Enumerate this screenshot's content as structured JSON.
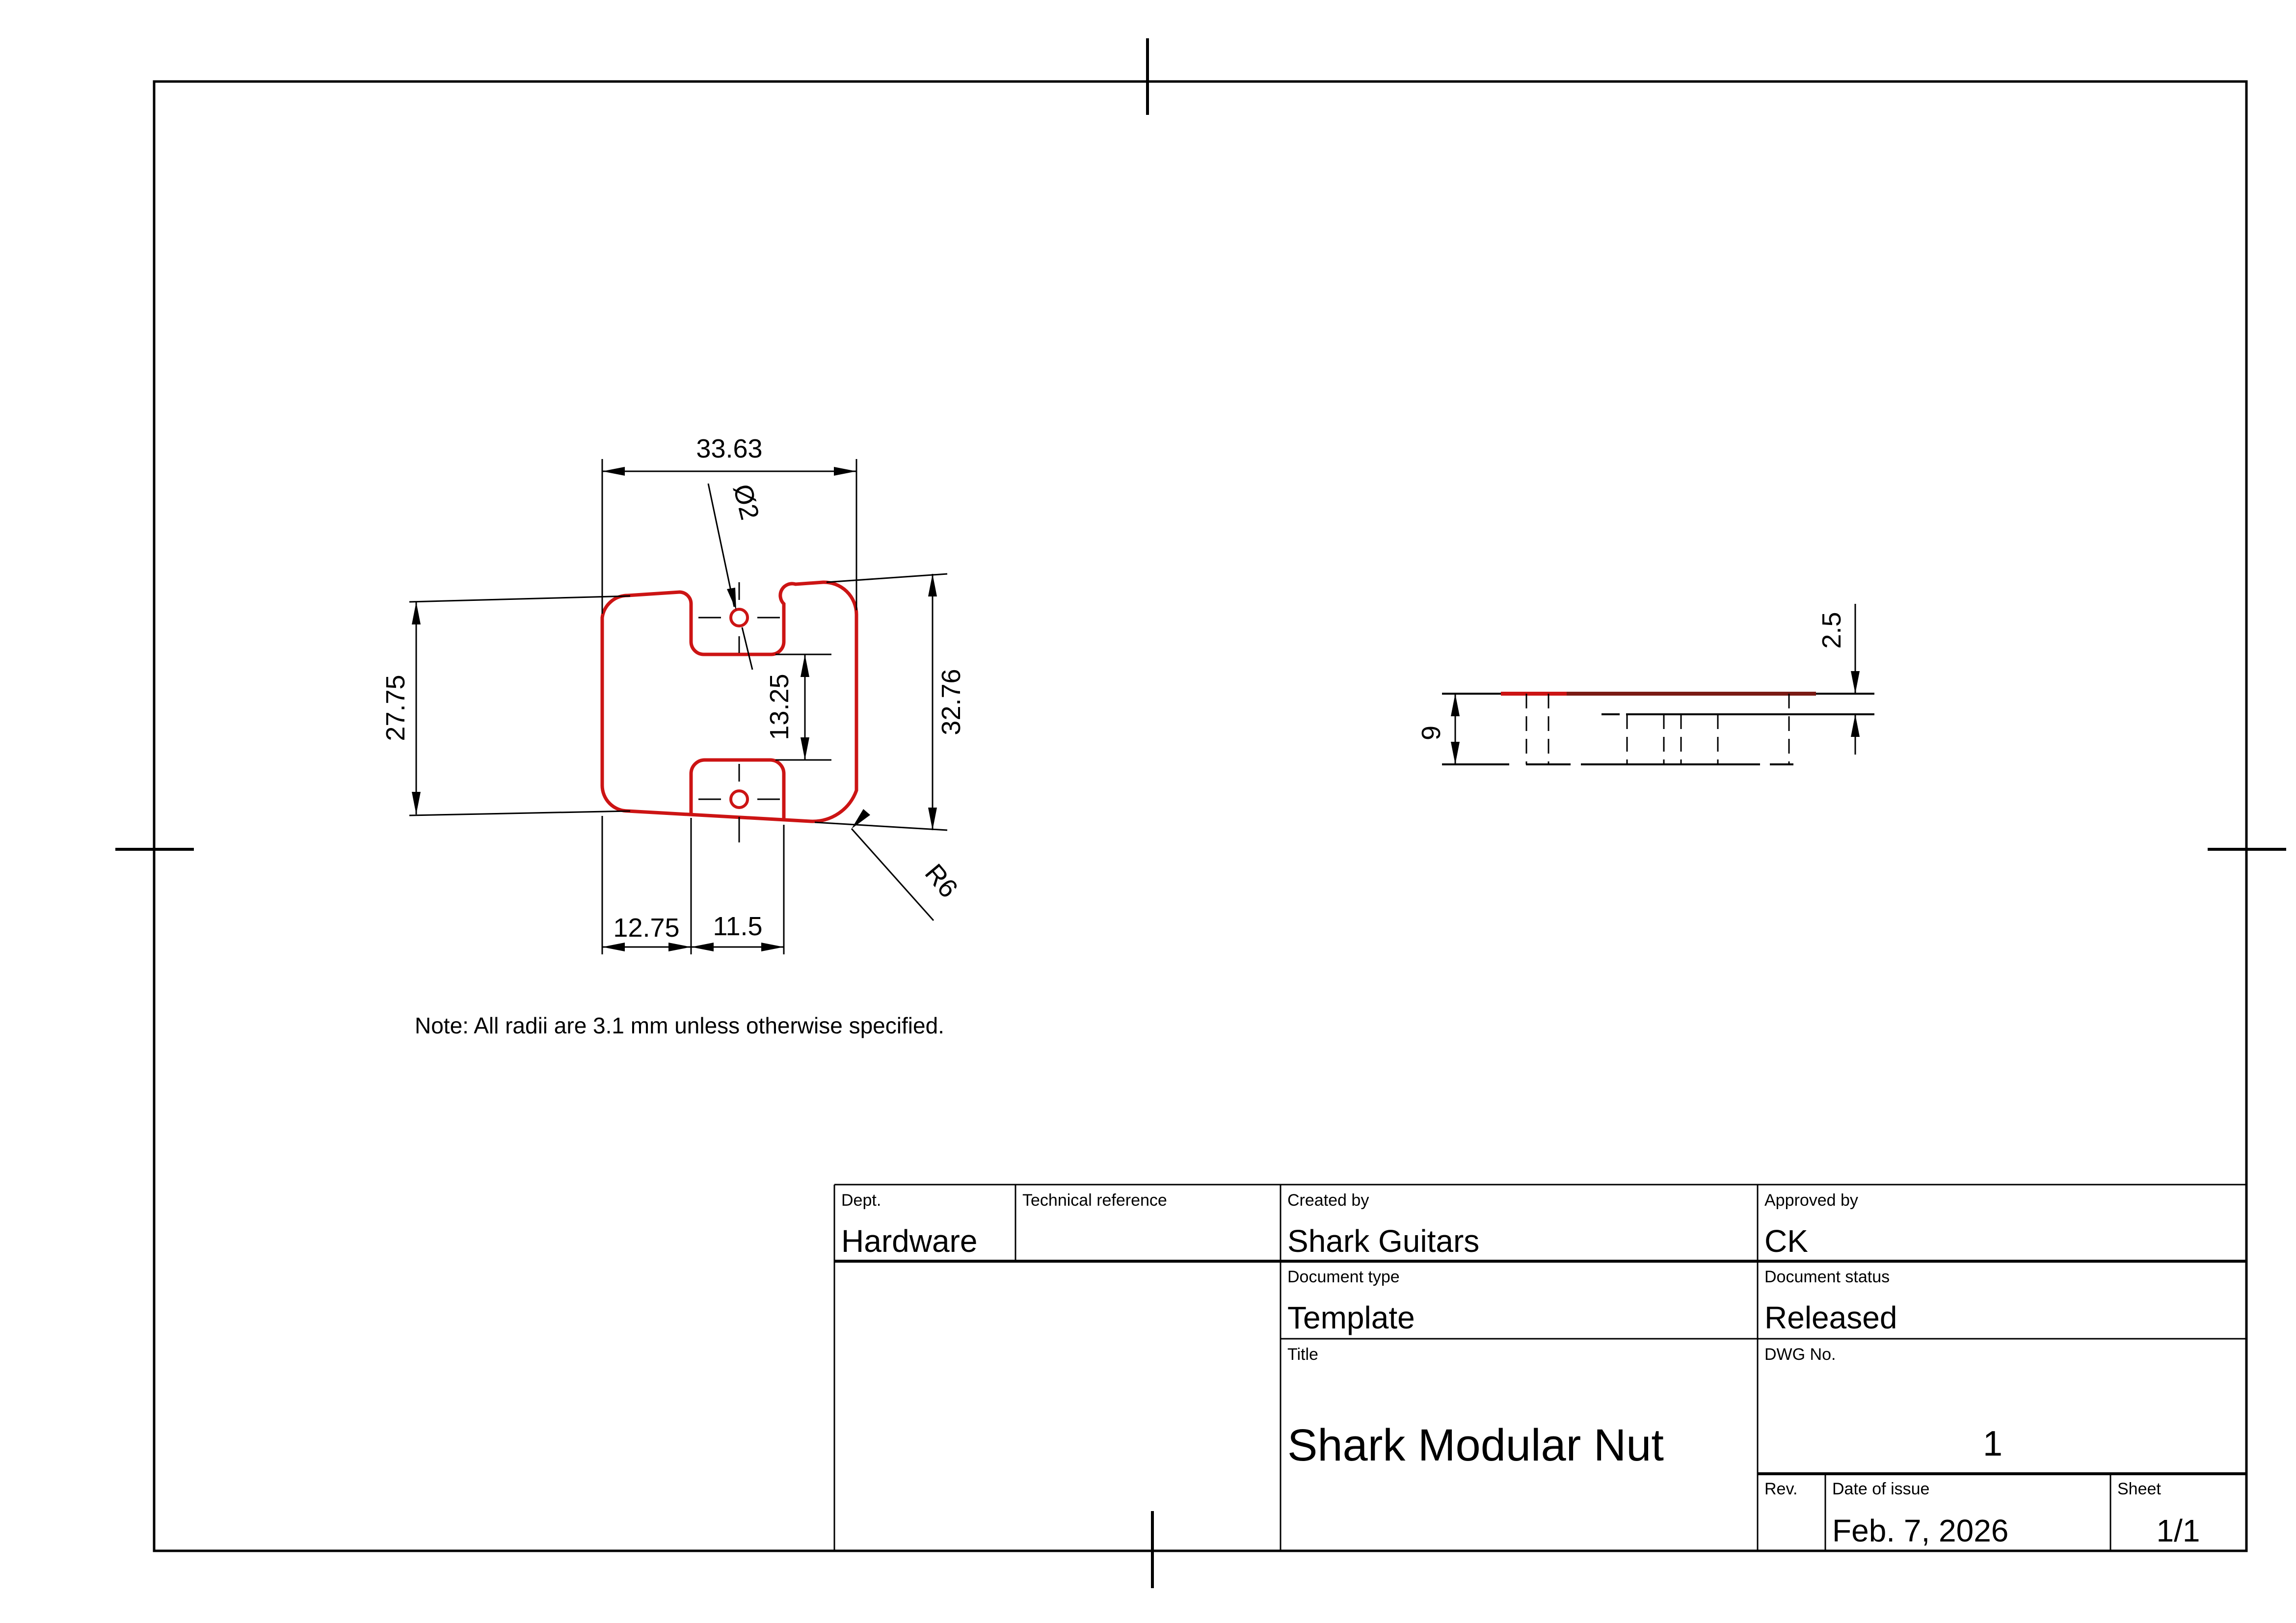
{
  "colors": {
    "background": "#ffffff",
    "line": "#000000",
    "part_red": "#cc1414",
    "dark_red": "#7a1a14"
  },
  "note": "Note: All radii are 3.1 mm unless otherwise specified.",
  "front_view": {
    "dim_width_top": "33.63",
    "dim_hole_diameter": "Ø2",
    "dim_left_height": "27.75",
    "dim_hole_spacing": "13.25",
    "dim_right_height": "32.76",
    "dim_bottom_left": "12.75",
    "dim_bottom_mid": "11.5",
    "dim_corner_radius": "R6"
  },
  "side_view": {
    "dim_height": "9",
    "dim_top_step": "2.5"
  },
  "title_block": {
    "dept": {
      "label": "Dept.",
      "value": "Hardware"
    },
    "technical_reference": {
      "label": "Technical reference",
      "value": ""
    },
    "created_by": {
      "label": "Created by",
      "value": "Shark Guitars"
    },
    "approved_by": {
      "label": "Approved by",
      "value": "CK"
    },
    "document_type": {
      "label": "Document type",
      "value": "Template"
    },
    "document_status": {
      "label": "Document status",
      "value": "Released"
    },
    "title": {
      "label": "Title",
      "value": "Shark Modular Nut"
    },
    "dwg_no": {
      "label": "DWG No.",
      "value": "1"
    },
    "rev": {
      "label": "Rev.",
      "value": ""
    },
    "date_of_issue": {
      "label": "Date of issue",
      "value": "Feb. 7, 2026"
    },
    "sheet": {
      "label": "Sheet",
      "value": "1/1"
    }
  }
}
